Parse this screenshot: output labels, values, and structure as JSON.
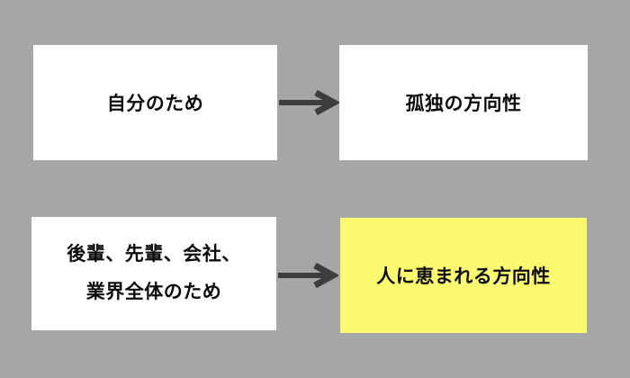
{
  "page": {
    "background_color": "#a6a6a6"
  },
  "diagram": {
    "arrow_color": "#3d3d3d",
    "text_color": "#0d0d0d",
    "box_color": "#ffffff",
    "highlight_color": "#fbf970",
    "rows": [
      {
        "source": {
          "label": "自分のため",
          "background_color": "#ffffff"
        },
        "arrow_icon": "right-arrow",
        "target": {
          "label": "孤独の方向性",
          "background_color": "#ffffff",
          "highlighted": false
        }
      },
      {
        "source": {
          "lines": [
            "後輩、先輩、会社、",
            "業界全体のため"
          ],
          "background_color": "#ffffff"
        },
        "arrow_icon": "right-arrow",
        "target": {
          "label": "人に恵まれる方向性",
          "background_color": "#fbf970",
          "highlighted": true
        }
      }
    ]
  }
}
